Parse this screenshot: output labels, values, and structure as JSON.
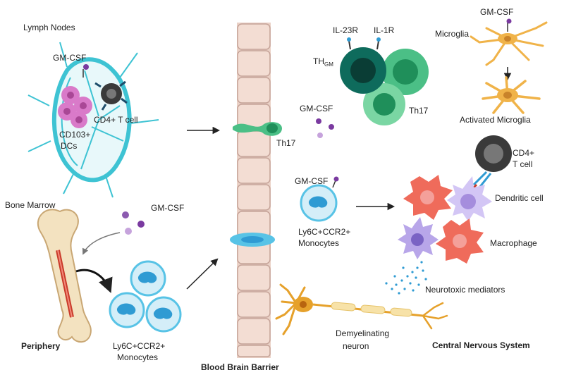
{
  "labels": {
    "lymph_nodes": "Lymph Nodes",
    "gmcsf_lymph": "GM-CSF",
    "cd4_t_cell_lymph": "CD4+ T cell",
    "cd103_dcs_line1": "CD103+",
    "cd103_dcs_line2": "DCs",
    "bone_marrow": "Bone Marrow",
    "gmcsf_bone": "GM-CSF",
    "periphery": "Periphery",
    "ly6c_left_line1": "Ly6C+CCR2+",
    "ly6c_left_line2": "Monocytes",
    "bbb": "Blood Brain Barrier",
    "th17_bbb": "Th17",
    "il23r": "IL-23R",
    "il1r": "IL-1R",
    "thgm_main": "TH",
    "thgm_sub": "GM",
    "th17_cluster": "Th17",
    "gmcsf_th": "GM-CSF",
    "gmcsf_microglia": "GM-CSF",
    "microglia": "Microglia",
    "activated_microglia": "Activated Microglia",
    "gmcsf_mono": "GM-CSF",
    "ly6c_mid_line1": "Ly6C+CCR2+",
    "ly6c_mid_line2": "Monocytes",
    "cd4_right_line1": "CD4+",
    "cd4_right_line2": "T cell",
    "dendritic_cell": "Dendritic cell",
    "macrophage": "Macrophage",
    "neurotoxic": "Neurotoxic mediators",
    "demyelinating_line1": "Demyelinating",
    "demyelinating_line2": "neuron",
    "cns": "Central Nervous System"
  },
  "colors": {
    "lymph_node": "#3ec3d3",
    "dc_pink": "#d97ac9",
    "t_cell_dark": "#3a3a3a",
    "monocyte": "#58c3e6",
    "barrier_cell": "#f1d3c9",
    "th17_green": "#4bbf86",
    "thgm_dark": "#0e6b5c",
    "microglia": "#f0b349",
    "macrophage": "#ef6b5b",
    "dendritic_purple": "#b8a6e9",
    "gmcsf_dot": "#7a3aa0",
    "neuron": "#e6a12b"
  }
}
